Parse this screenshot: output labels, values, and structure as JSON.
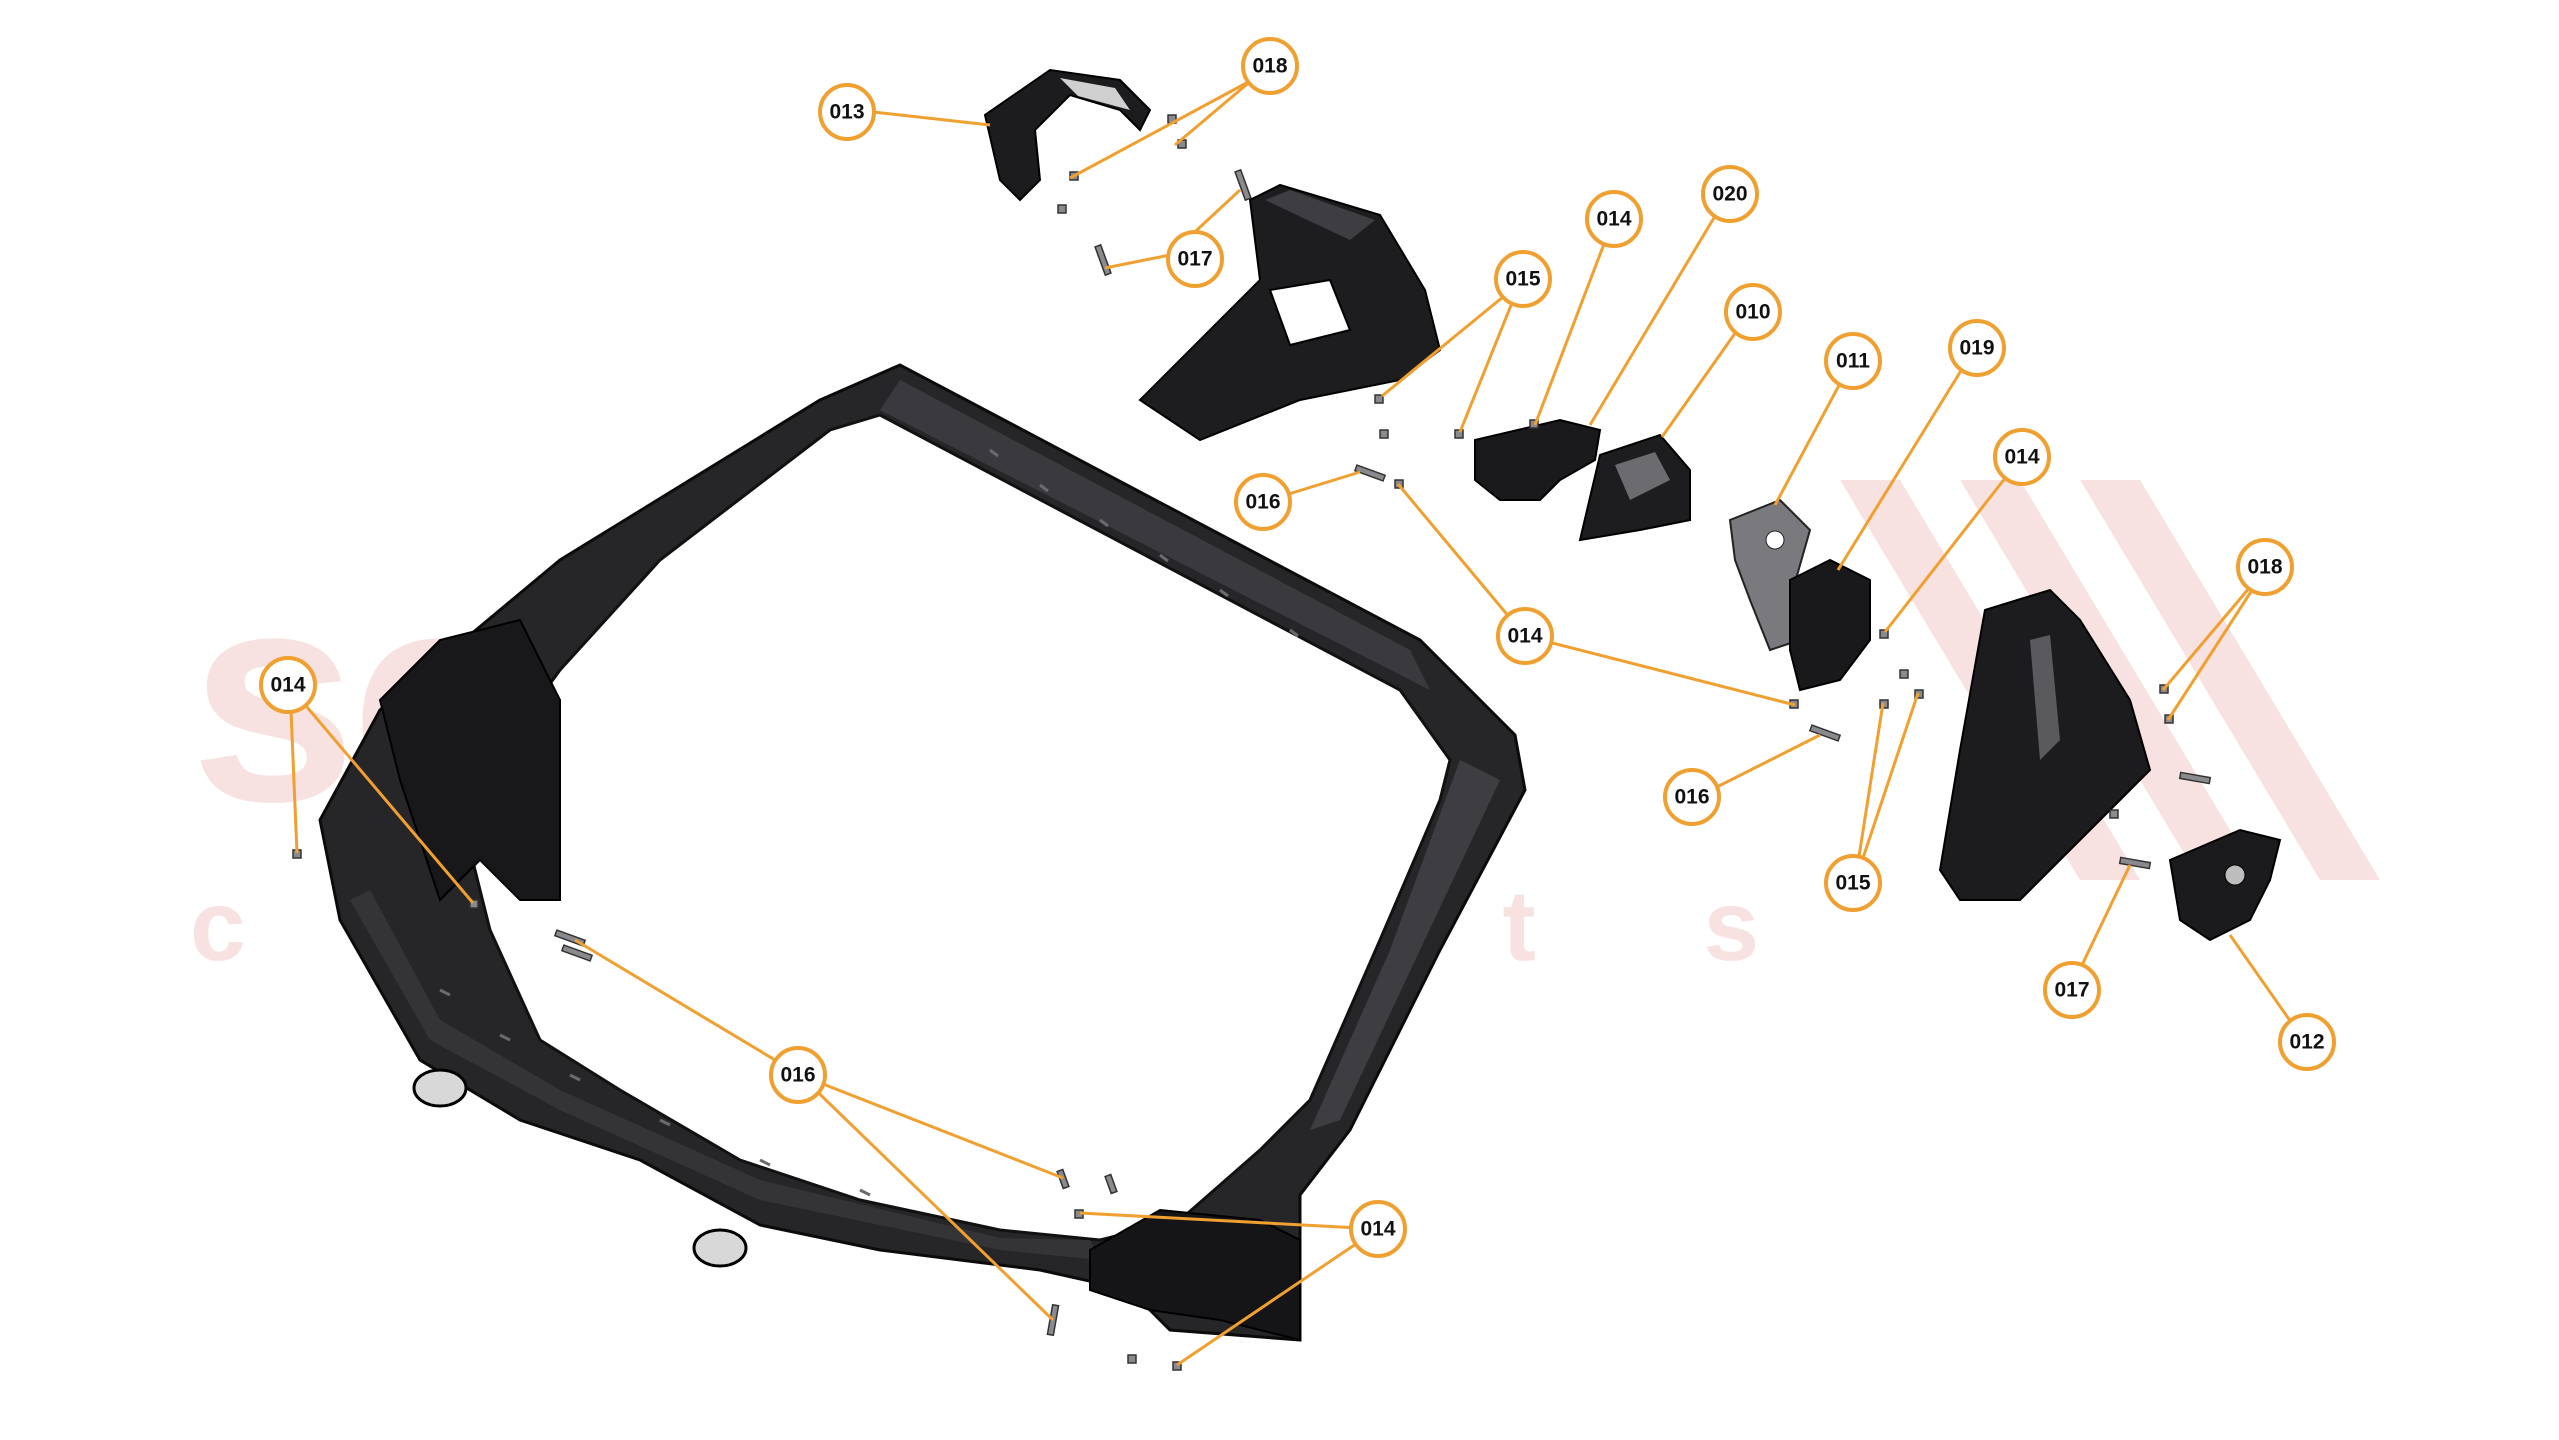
{
  "colors": {
    "callout_stroke": "#f0a030",
    "callout_text": "#111111",
    "part_dark": "#1c1c1e",
    "part_mid": "#3a3a3d",
    "part_edge": "#0b0b0c",
    "watermark": "#f0c8c8",
    "background": "#ffffff"
  },
  "watermark": {
    "brand": "scuderia",
    "tagline": "c a r   p a r t s"
  },
  "callouts": [
    {
      "id": "c013",
      "label": "013"
    },
    {
      "id": "c018a",
      "label": "018"
    },
    {
      "id": "c017a",
      "label": "017"
    },
    {
      "id": "c015a",
      "label": "015"
    },
    {
      "id": "c014a",
      "label": "014"
    },
    {
      "id": "c020",
      "label": "020"
    },
    {
      "id": "c010",
      "label": "010"
    },
    {
      "id": "c011",
      "label": "011"
    },
    {
      "id": "c019",
      "label": "019"
    },
    {
      "id": "c014b",
      "label": "014"
    },
    {
      "id": "c016a",
      "label": "016"
    },
    {
      "id": "c014c",
      "label": "014"
    },
    {
      "id": "c018b",
      "label": "018"
    },
    {
      "id": "c016b",
      "label": "016"
    },
    {
      "id": "c015b",
      "label": "015"
    },
    {
      "id": "c017b",
      "label": "017"
    },
    {
      "id": "c012",
      "label": "012"
    },
    {
      "id": "c014d",
      "label": "014"
    },
    {
      "id": "c016c",
      "label": "016"
    },
    {
      "id": "c014e",
      "label": "014"
    }
  ]
}
